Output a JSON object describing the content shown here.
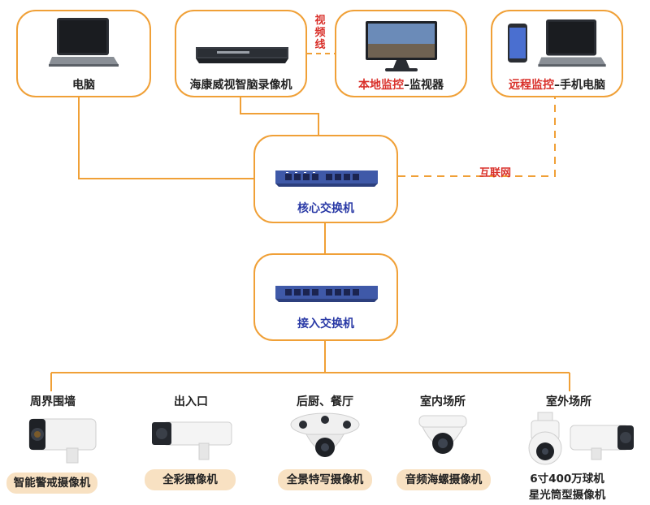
{
  "devices": {
    "pc": {
      "label": "电脑"
    },
    "nvr": {
      "label": "海康威视智脑录像机"
    },
    "local": {
      "label_red": "本地监控",
      "label_rest": "–监视器"
    },
    "remote": {
      "label_red": "远程监控",
      "label_rest": "–手机电脑"
    }
  },
  "links": {
    "video_cable": "视频线",
    "video_cable_chars": [
      "视",
      "频",
      "线"
    ],
    "internet": "互联网"
  },
  "switches": {
    "core": {
      "label": "核心交换机"
    },
    "access": {
      "label": "接入交换机"
    }
  },
  "cameras": [
    {
      "location": "周界围墙",
      "type": "智能警戒摄像机"
    },
    {
      "location": "出入口",
      "type": "全彩摄像机"
    },
    {
      "location": "后厨、餐厅",
      "type": "全景特写摄像机"
    },
    {
      "location": "室内场所",
      "type": "音频海螺摄像机"
    },
    {
      "location": "室外场所",
      "type_lines": [
        "6寸400万球机",
        "星光筒型摄像机"
      ]
    }
  ],
  "colors": {
    "accent": "#f0a037",
    "highlight": "#d9302a",
    "switch_body": "#3f59a8"
  }
}
